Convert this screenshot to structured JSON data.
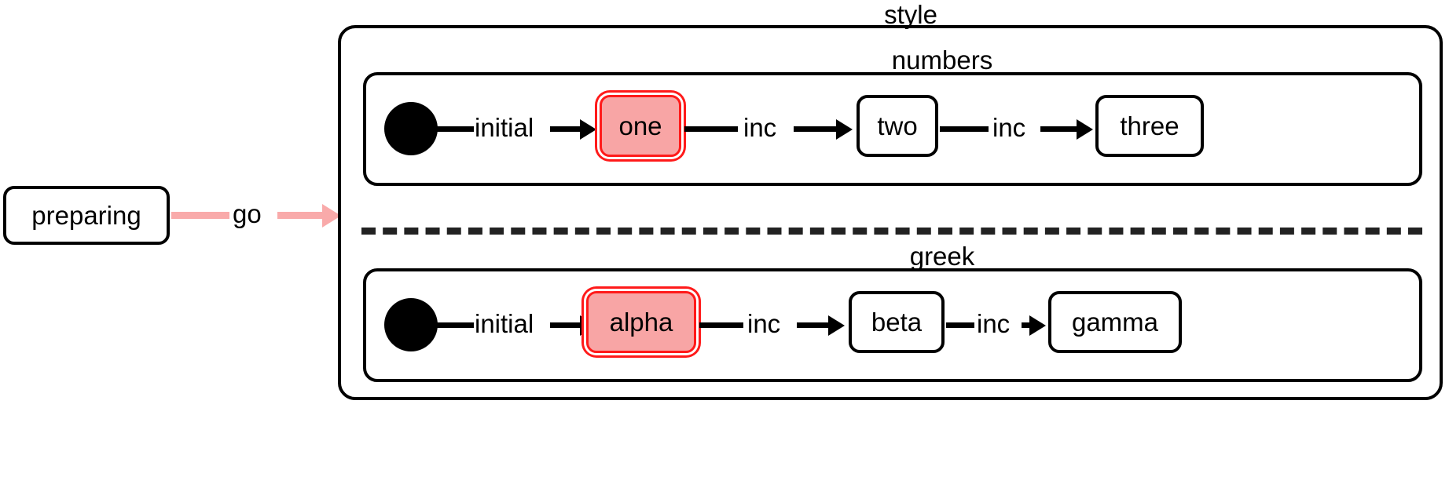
{
  "diagram": {
    "type": "uml-state-diagram",
    "title": "style",
    "colors": {
      "stroke": "#000000",
      "background": "#ffffff",
      "highlight_fill": "#f8a5a5",
      "highlight_stroke": "#ff1a1a",
      "transition_highlight": "#f9aaaa"
    }
  },
  "external": {
    "preparing_state": "preparing",
    "go_transition_label": "go"
  },
  "composite": {
    "label": "style",
    "regions": [
      {
        "label": "numbers",
        "start_node": "start-circle",
        "states": [
          {
            "name": "one",
            "highlighted": true
          },
          {
            "name": "two",
            "highlighted": false
          },
          {
            "name": "three",
            "highlighted": false
          }
        ],
        "transitions": [
          {
            "label": "initial",
            "from": "start",
            "to": "one"
          },
          {
            "label": "inc",
            "from": "one",
            "to": "two"
          },
          {
            "label": "inc",
            "from": "two",
            "to": "three"
          }
        ]
      },
      {
        "label": "greek",
        "start_node": "start-circle",
        "states": [
          {
            "name": "alpha",
            "highlighted": true
          },
          {
            "name": "beta",
            "highlighted": false
          },
          {
            "name": "gamma",
            "highlighted": false
          }
        ],
        "transitions": [
          {
            "label": "initial",
            "from": "start",
            "to": "alpha"
          },
          {
            "label": "inc",
            "from": "alpha",
            "to": "beta"
          },
          {
            "label": "inc",
            "from": "beta",
            "to": "gamma"
          }
        ]
      }
    ]
  }
}
